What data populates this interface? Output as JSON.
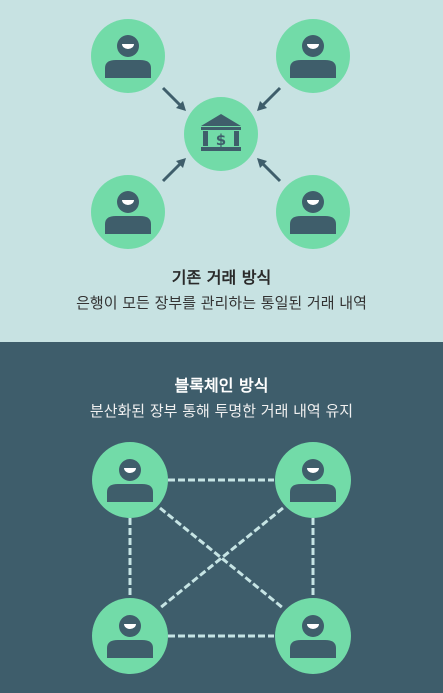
{
  "colors": {
    "top_background": "#c7e2e2",
    "bottom_background": "#3e5d6b",
    "node_fill": "#72dba8",
    "icon_fill": "#3f5e6b",
    "chain_color": "#c6e4e4"
  },
  "traditional": {
    "title": "기존 거래 방식",
    "subtitle": "은행이 모든 장부를 관리하는 통일된 거래 내역"
  },
  "blockchain": {
    "title": "블록체인 방식",
    "subtitle": "분산화된 장부 통해 투명한 거래 내역 유지"
  },
  "bank": {
    "symbol": "$"
  }
}
